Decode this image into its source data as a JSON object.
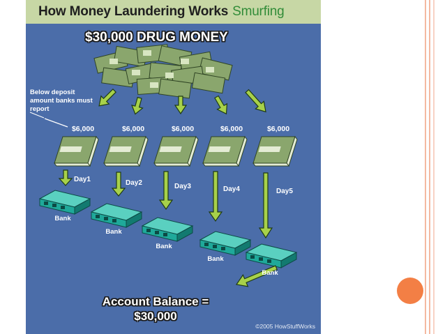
{
  "poster": {
    "title": "How Money Laundering Works",
    "subtitle": "Smurfing",
    "headline": "$30,000 DRUG MONEY",
    "note": "Below deposit amount banks must report",
    "deposits": [
      "$6,000",
      "$6,000",
      "$6,000",
      "$6,000",
      "$6,000"
    ],
    "days": [
      "Day1",
      "Day2",
      "Day3",
      "Day4",
      "Day5"
    ],
    "bank_label": "Bank",
    "balance_label": "Account Balance =",
    "balance_value": "$30,000",
    "credit": "©2005 HowStuffWorks"
  },
  "colors": {
    "poster_bg": "#4b6da9",
    "title_bar": "#c7d7a5",
    "subtitle_green": "#318c38",
    "arrow_green": "#a7d14a",
    "money_green": "#8aa66d",
    "bank_teal": "#1fa99a",
    "accent_orange": "#f37f45"
  }
}
